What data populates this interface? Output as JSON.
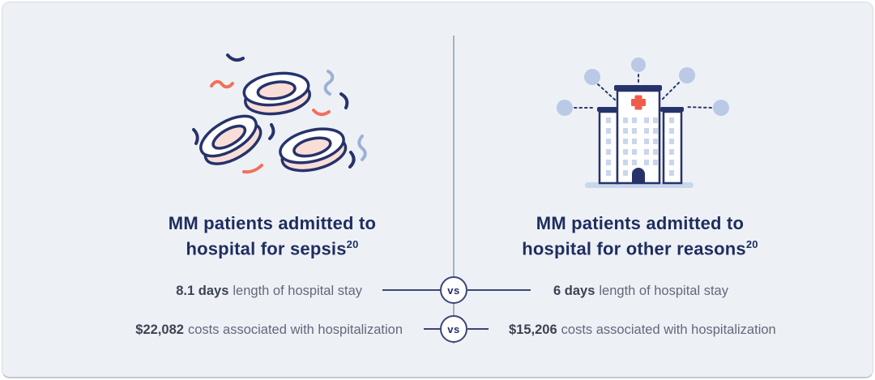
{
  "infographic": {
    "left": {
      "title_line1": "MM patients admitted to",
      "title_line2": "hospital for sepsis",
      "reference": "20",
      "stay_value": "8.1 days",
      "stay_label": "length of hospital stay",
      "cost_value": "$22,082",
      "cost_label": "costs associated with hospitalization"
    },
    "right": {
      "title_line1": "MM patients admitted to",
      "title_line2": "hospital for other reasons",
      "reference": "20",
      "stay_value": "6 days",
      "stay_label": "length of hospital stay",
      "cost_value": "$15,206",
      "cost_label": "costs associated with hospitalization"
    },
    "vs_label": "vs",
    "icons": {
      "left": "blood-cells-sepsis-illustration",
      "right": "hospital-building-illustration"
    },
    "colors": {
      "background": "#edf1f6",
      "navy_outline": "#26336b",
      "title_navy": "#1f2d5f",
      "coral": "#f2705b",
      "cell_pink": "#f9ded8",
      "light_blue_squiggle": "#9db0d4",
      "hospital_circle_blue": "#b9c9e6",
      "window_blue": "#c9d6ec",
      "cross_red": "#f15b4c",
      "stat_value_dark": "#3c4252",
      "stat_label_gray": "#63687a",
      "connector_navy": "#3b4775",
      "divider_gray": "#a8aec6"
    }
  }
}
